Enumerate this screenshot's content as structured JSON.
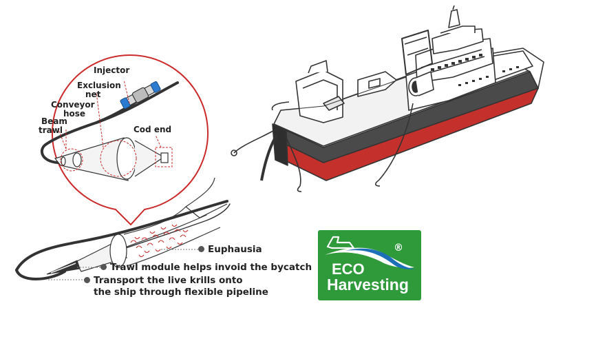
{
  "labels": {
    "injector": "Injector",
    "exclusion_net_1": "Exclusion",
    "exclusion_net_2": "net",
    "conveyor_hose_1": "Conveyor",
    "conveyor_hose_2": "hose",
    "beam_trawl_1": "Beam",
    "beam_trawl_2": "trawl",
    "cod_end": "Cod end"
  },
  "callouts": {
    "euphausia": "Euphausia",
    "trawl_module": "Trawl module helps invoid the bycatch",
    "transport_1": "Transport the live krills onto",
    "transport_2": "the ship through flexible pipeline"
  },
  "logo": {
    "line1": "ECO",
    "line2": "Harvesting",
    "reg": "®"
  },
  "colors": {
    "accent_red": "#cc2a2a",
    "logo_green": "#2e9a3a",
    "logo_wave_blue": "#1d6fb8",
    "hull_dark": "#3a3a3a",
    "injector_blue": "#2b7bd0"
  },
  "icons": [
    "ship-illustration",
    "magnifier-circle",
    "injector-icon",
    "krill-swarm",
    "eco-ship-mark",
    "wave-mark"
  ]
}
